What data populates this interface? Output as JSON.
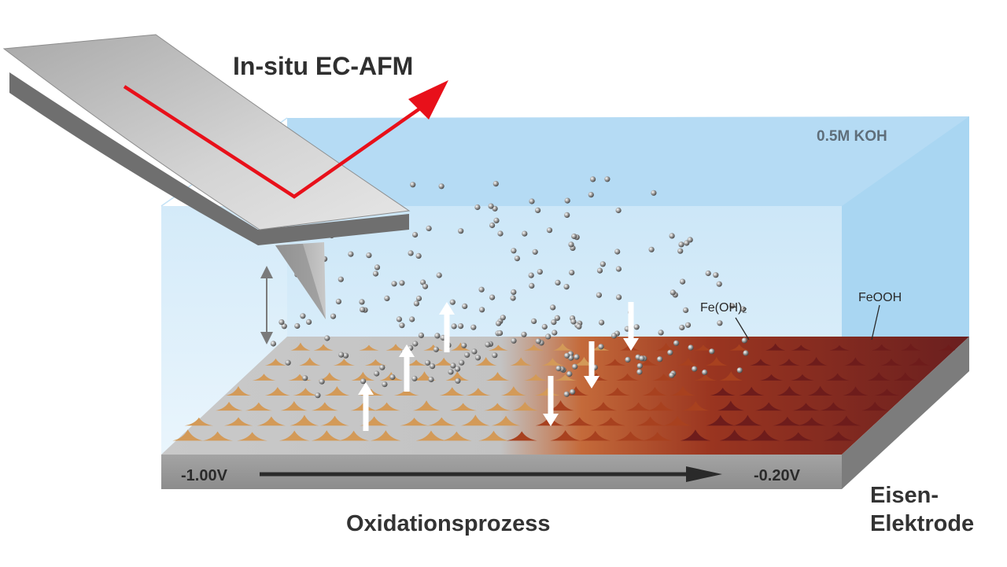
{
  "title": "In-situ EC-AFM",
  "electrolyte": "0.5M KOH",
  "species": {
    "left": "Fe(OH)₂",
    "right": "FeOOH"
  },
  "potential": {
    "start": "-1.00V",
    "end": "-0.20V"
  },
  "process": "Oxidationsprozess",
  "electrode": {
    "line1": "Eisen-",
    "line2": "Elektrode"
  },
  "colors": {
    "laser": "#e8101a",
    "electrolyte_light": "#dff0fb",
    "electrolyte_deep": "#b9dcf3",
    "bump_tan": "#d39a58",
    "oxide_red": "#a8411f",
    "oxide_dark": "#6e1c1b",
    "electrode_side": "#9a9a9a"
  }
}
